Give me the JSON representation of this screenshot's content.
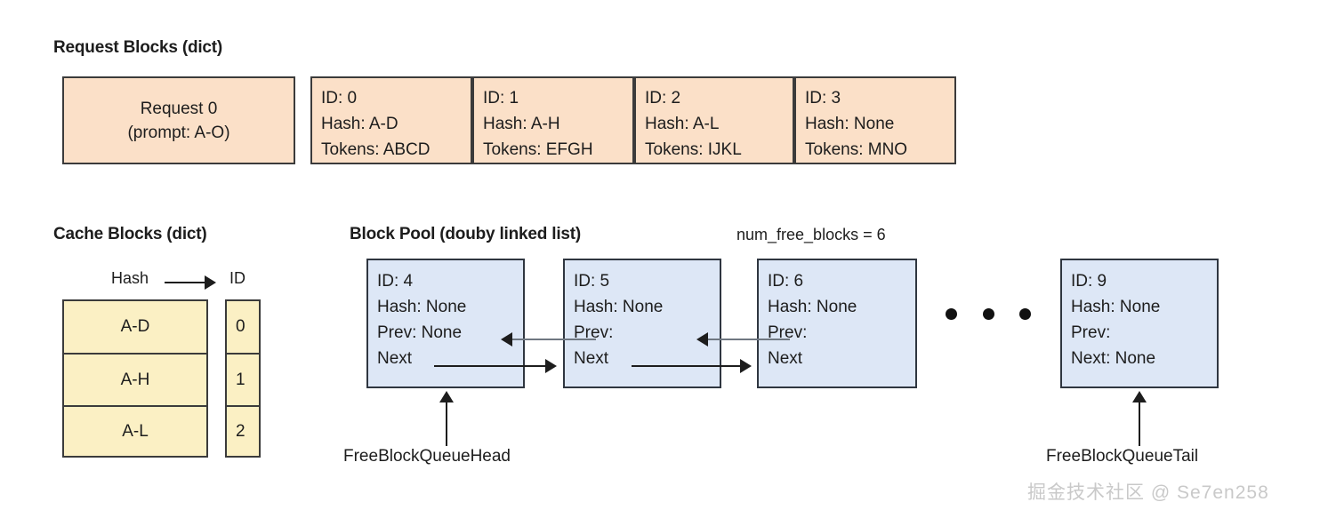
{
  "figure": {
    "background": "#ffffff",
    "colors": {
      "request_fill": "#fbe0c8",
      "cache_fill": "#fbf0c4",
      "pool_fill": "#dde7f6",
      "box_stroke": "#3b3b3b",
      "pool_stroke": "#2f3640",
      "next_arrow": "#1d1d1d",
      "prev_arrow": "#6f7781",
      "watermark": "#c9c9c9"
    }
  },
  "request_section": {
    "title": "Request Blocks (dict)",
    "request": {
      "line1": "Request 0",
      "line2": "(prompt: A-O)"
    },
    "blocks": [
      {
        "id": "ID: 0",
        "hash": "Hash: A-D",
        "tokens": "Tokens: ABCD"
      },
      {
        "id": "ID: 1",
        "hash": "Hash: A-H",
        "tokens": "Tokens: EFGH"
      },
      {
        "id": "ID: 2",
        "hash": "Hash: A-L",
        "tokens": "Tokens: IJKL"
      },
      {
        "id": "ID: 3",
        "hash": "Hash: None",
        "tokens": "Tokens: MNO"
      }
    ]
  },
  "cache_section": {
    "title": "Cache Blocks (dict)",
    "header": {
      "key_label": "Hash",
      "value_label": "ID",
      "mapping_icon": "arrow-right-icon"
    },
    "rows": [
      {
        "hash": "A-D",
        "id": "0"
      },
      {
        "hash": "A-H",
        "id": "1"
      },
      {
        "hash": "A-L",
        "id": "2"
      }
    ]
  },
  "pool_section": {
    "title": "Block Pool (douby linked list)",
    "counter": "num_free_blocks = 6",
    "ellipsis_icon": "ellipsis-dots-icon",
    "blocks": [
      {
        "id": "ID: 4",
        "hash": "Hash: None",
        "prev": "Prev: None",
        "next": "Next"
      },
      {
        "id": "ID: 5",
        "hash": "Hash: None",
        "prev": "Prev:",
        "next": "Next"
      },
      {
        "id": "ID: 6",
        "hash": "Hash: None",
        "prev": "Prev:",
        "next": "Next"
      },
      {
        "id": "ID: 9",
        "hash": "Hash: None",
        "prev": "Prev:",
        "next": "Next: None"
      }
    ],
    "head_pointer": "FreeBlockQueueHead",
    "tail_pointer": "FreeBlockQueueTail"
  },
  "watermark": {
    "text": "掘金技术社区 @ Se7en258"
  }
}
